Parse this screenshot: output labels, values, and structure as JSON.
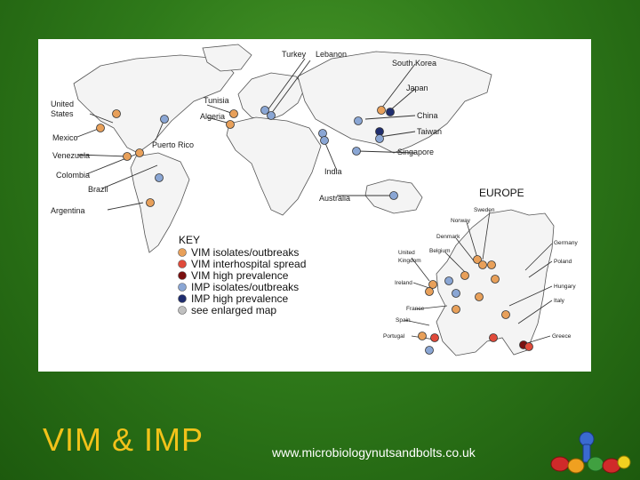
{
  "slide": {
    "title": "VIM & IMP",
    "url": "www.microbiologynutsandbolts.co.uk"
  },
  "map": {
    "labels": {
      "turkey": "Turkey",
      "lebanon": "Lebanon",
      "south_korea": "South Korea",
      "japan": "Japan",
      "china": "China",
      "taiwan": "Taiwan",
      "singapore": "Singapore",
      "india": "India",
      "australia": "Australia",
      "us_line1": "United",
      "us_line2": "States",
      "tunisia": "Tunisia",
      "algeria": "Algeria",
      "mexico": "Mexico",
      "puerto_rico": "Puerto Rico",
      "venezuela": "Venezuela",
      "colombia": "Colombia",
      "brazil": "Brazil",
      "argentina": "Argentina"
    },
    "key": {
      "title": "KEY",
      "items": [
        {
          "label": "VIM isolates/outbreaks",
          "color": "#e8a05a"
        },
        {
          "label": "VIM interhospital spread",
          "color": "#e04a3a"
        },
        {
          "label": "VIM high prevalence",
          "color": "#7a1010"
        },
        {
          "label": "IMP isolates/outbreaks",
          "color": "#8aa6d4"
        },
        {
          "label": "IMP high prevalence",
          "color": "#1f2d6e"
        },
        {
          "label": "see enlarged map",
          "color": "#c0c0c0"
        }
      ]
    },
    "europe": {
      "title": "EUROPE",
      "labels": {
        "sweden": "Sweden",
        "norway": "Norway",
        "denmark": "Denmark",
        "belgium": "Belgium",
        "uk_line1": "United",
        "uk_line2": "Kingdom",
        "ireland": "Ireland",
        "france": "France",
        "spain": "Spain",
        "portugal": "Portugal",
        "germany": "Germany",
        "poland": "Poland",
        "hungary": "Hungary",
        "italy": "Italy",
        "greece": "Greece"
      }
    }
  }
}
